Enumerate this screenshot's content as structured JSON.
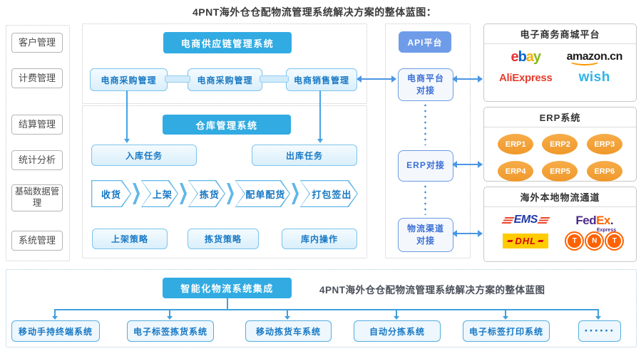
{
  "title": "4PNT海外仓仓配物流管理系统解决方案的整体蓝图：",
  "sidebar": {
    "items": [
      "客户管理",
      "计费管理",
      "结算管理",
      "统计分析",
      "基础数据管理",
      "系统管理"
    ]
  },
  "supply_chain": {
    "header": "电商供应链管理系统",
    "modules": [
      "电商采购管理",
      "电商采购管理",
      "电商销售管理"
    ]
  },
  "warehouse": {
    "header": "仓库管理系统",
    "inbound_task": "入库任务",
    "outbound_task": "出库任务",
    "flow_steps": [
      "收货",
      "上架",
      "拣货",
      "配单配货",
      "打包签出"
    ],
    "strategies": [
      "上架策略",
      "拣货策略",
      "库内操作"
    ]
  },
  "api_platform": {
    "header": "API平台",
    "nodes": [
      {
        "line1": "电商平台",
        "line2": "对接"
      },
      {
        "line1": "ERP对接",
        "line2": ""
      },
      {
        "line1": "物流渠道",
        "line2": "对接"
      }
    ]
  },
  "panels": {
    "mall": {
      "title": "电子商务商城平台",
      "ebay_letters": [
        "e",
        "b",
        "a",
        "y"
      ],
      "amazon": "amazon.cn",
      "aliexpress": "AliExpress",
      "wish": "wish"
    },
    "erp": {
      "title": "ERP系统",
      "items": [
        "ERP1",
        "ERP2",
        "ERP3",
        "ERP4",
        "ERP5",
        "ERP6"
      ]
    },
    "logistics": {
      "title": "海外本地物流通道",
      "ems": "EMS",
      "fedex": {
        "fed": "Fed",
        "ex": "Ex",
        "dot": ".",
        "sub": "Express"
      },
      "dhl": "DHL",
      "tnt_letters": [
        "T",
        "N",
        "T"
      ]
    }
  },
  "integration": {
    "header": "智能化物流系统集成",
    "caption": "4PNT海外仓仓配物流管理系统解决方案的整体蓝图",
    "systems": [
      "移动手持终端系统",
      "电子标签拣货系统",
      "移动拣货车系统",
      "自动分拣系统",
      "电子标签打印系统",
      "······"
    ]
  },
  "colors": {
    "sky_header": "#31abe2",
    "api_header": "#6f9ce9",
    "module_border": "#7ec3ec",
    "module_text": "#1778c4",
    "api_node_border": "#6c9be0",
    "api_node_text": "#3b6fd6",
    "arrow_blue": "#45a3e6",
    "erp_orange": "#f0a032",
    "tree_line": "#3fa0dc"
  }
}
